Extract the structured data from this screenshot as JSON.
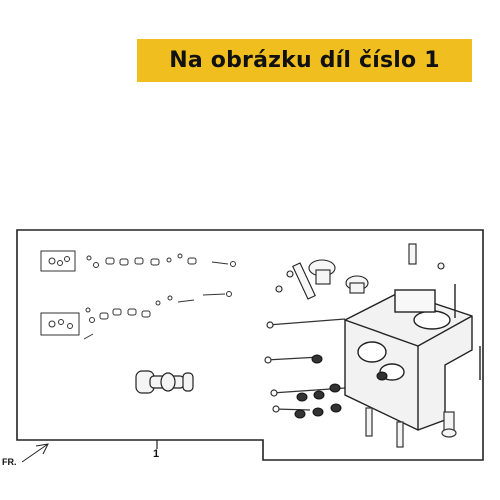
{
  "banner": {
    "text": "Na obrázku díl číslo 1"
  },
  "diagram": {
    "part_number": "1",
    "front_marker": "FR."
  },
  "colors": {
    "banner_bg": "#f0bf1f",
    "line": "#222222"
  }
}
